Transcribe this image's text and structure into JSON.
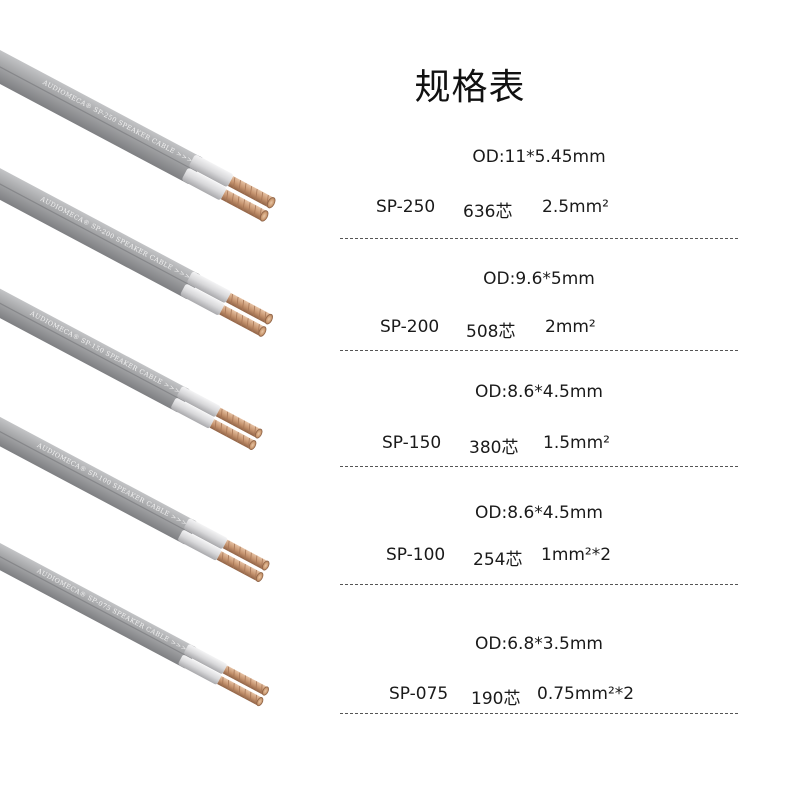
{
  "title": "规格表",
  "specs": [
    {
      "od": "OD:11*5.45mm",
      "model": "SP-250",
      "cores": "636芯",
      "area": "2.5mm²"
    },
    {
      "od": "OD:9.6*5mm",
      "model": "SP-200",
      "cores": "508芯",
      "area": "2mm²"
    },
    {
      "od": "OD:8.6*4.5mm",
      "model": "SP-150",
      "cores": "380芯",
      "area": "1.5mm²"
    },
    {
      "od": "OD:8.6*4.5mm",
      "model": "SP-100",
      "cores": "254芯",
      "area": "1mm²*2"
    },
    {
      "od": "OD:6.8*3.5mm",
      "model": "SP-075",
      "cores": "190芯",
      "area": "0.75mm²*2"
    }
  ],
  "cables": [
    {
      "print": "AUDIOMECA® SP-250 SPEAKER CABLE  >>>>>"
    },
    {
      "print": "AUDIOMECA® SP-200 SPEAKER CABLE  >>>>>"
    },
    {
      "print": "AUDIOMECA® SP-150 SPEAKER CABLE  >>>>>"
    },
    {
      "print": "AUDIOMECA® SP-100 SPEAKER CABLE  >>>>>"
    },
    {
      "print": "AUDIOMECA® SP-075 SPEAKER CABLE  >>>>>"
    }
  ],
  "colors": {
    "jacket": "#9a9b9d",
    "jacket_highlight": "#c9cacc",
    "insulation": "#e4e4e6",
    "copper": "#c99a78",
    "rule": "#555555"
  }
}
